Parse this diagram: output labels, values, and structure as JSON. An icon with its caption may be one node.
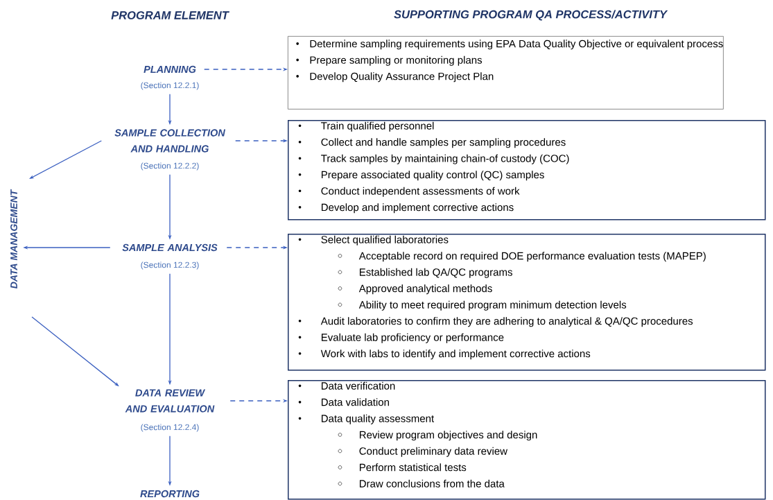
{
  "diagram": {
    "nodes": [
      {
        "text": [
          "PLANNING"
        ],
        "beside": [
          "(Section 12.2.1)"
        ]
      },
      {
        "text": [
          "Determine sampling requirements using EPA Data Quality Objective or equivalent process",
          "Prepare sampling or monitoring plans",
          "Develop Quality Assurance Project Plan"
        ]
      },
      {
        "text": [
          "SAMPLE COLLECTION AND HANDLING"
        ],
        "beside": [
          "(Section 12.2.2)"
        ]
      },
      {
        "text": [
          "Train qualified personnel",
          "Collect and handle samples per sampling procedures",
          "Track samples by maintaining chain-of custody (COC)",
          "Prepare associated quality control (QC) samples",
          "Conduct independent assessments of work",
          "Develop and implement corrective actions"
        ]
      },
      {
        "text": [
          "DATA MANAGEMENT"
        ]
      },
      {
        "text": [
          "SAMPLE ANALYSIS"
        ],
        "beside": [
          "(Section 12.2.3)"
        ]
      },
      {
        "text": [
          "Select qualified laboratories",
          "Acceptable record on required DOE performance evaluation tests (MAPEP)",
          "Established lab QA/QC programs",
          "Approved analytical methods",
          "Ability to meet required program minimum detection levels",
          "Audit laboratories to confirm they are adhering to analytical & QA/QC procedures",
          "Evaluate lab proficiency or performance",
          "Work with labs to identify and implement corrective actions"
        ]
      },
      {
        "text": [
          "DATA REVIEW AND EVALUATION"
        ],
        "beside": [
          "(Section 12.2.4)"
        ]
      },
      {
        "text": [
          "Data verification",
          "Data validation",
          "Data quality assessment",
          "Review program objectives and design",
          "Conduct preliminary data review",
          "Perform statistical tests",
          "Draw conclusions from the data"
        ]
      },
      {
        "text": [
          "REPORTING"
        ]
      }
    ],
    "edges": [
      {
        "from": 0,
        "to": 2,
        "arrow": "to"
      },
      {
        "from": 2,
        "to": 5,
        "arrow": "to"
      },
      {
        "from": 5,
        "to": 7,
        "arrow": "to"
      },
      {
        "from": 7,
        "to": 9,
        "arrow": "to"
      },
      {
        "from": 0,
        "to": 1,
        "arrow": "to",
        "style": "dashed"
      },
      {
        "from": 2,
        "to": 3,
        "arrow": "to",
        "style": "dashed"
      },
      {
        "from": 5,
        "to": 6,
        "arrow": "to",
        "style": "dashed"
      },
      {
        "from": 7,
        "to": 8,
        "arrow": "to",
        "style": "dashed"
      },
      {
        "from": 2,
        "to": 4,
        "arrow": "to"
      },
      {
        "from": 5,
        "to": 4,
        "arrow": "to"
      },
      {
        "from": 4,
        "to": 7,
        "arrow": "to"
      }
    ],
    "labels": [
      "PROGRAM ELEMENT",
      "SUPPORTING PROGRAM QA PROCESS/ACTIVITY"
    ]
  }
}
